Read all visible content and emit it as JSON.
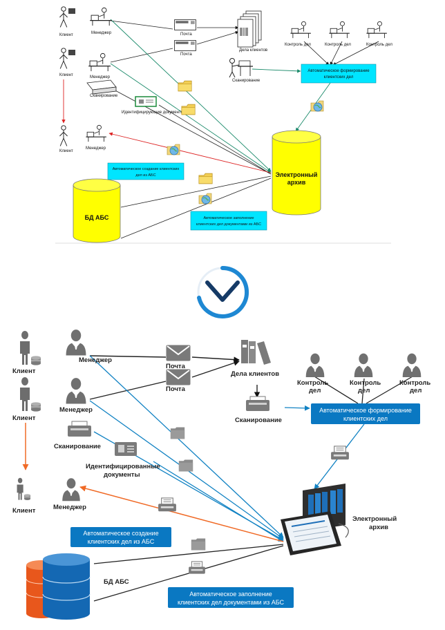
{
  "old_diagram": {
    "labels": {
      "client": "Клиент",
      "manager": "Менеджер",
      "mail": "Почта",
      "client_cases": "Дела клиентов",
      "scanning": "Сканирование",
      "case_control": "Контроль дел",
      "identified_docs": "Идентифицирующие документы",
      "e_archive_line1": "Электронный",
      "e_archive_line2": "архив",
      "abs_db": "БД АБС",
      "auto_form_line1": "Автоматическое формирование",
      "auto_form_line2": "клиентских дел",
      "auto_create_line1": "Автоматическое создание клиентских",
      "auto_create_line2": "дел из АБС",
      "auto_fill_line1": "Автоматическое заполнение",
      "auto_fill_line2": "клиентских дел документами из АБС"
    },
    "colors": {
      "cyan_box": "#00e5ff",
      "yellow_db": "#ffff00",
      "green_line": "#1a8a6a",
      "red_line": "#dd2222"
    }
  },
  "divider": {
    "icon": "chevron-down-icon",
    "ring_color": "#1e88d3",
    "arrow_color": "#153a66"
  },
  "new_diagram": {
    "labels": {
      "client": "Клиент",
      "manager": "Менеджер",
      "mail": "Почта",
      "client_cases": "Дела клиентов",
      "scanning": "Сканирование",
      "identified_docs_line1": "Идентифицированные",
      "identified_docs_line2": "документы",
      "case_control_line1": "Контроль",
      "case_control_line2": "дел",
      "e_archive_line1": "Электронный",
      "e_archive_line2": "архив",
      "abs_db": "БД АБС",
      "auto_form_line1": "Автоматическое формирование",
      "auto_form_line2": "клиентских дел",
      "auto_create_line1": "Автоматическое создание",
      "auto_create_line2": "клиентских дел из АБС",
      "auto_fill_line1": "Автоматическое заполнение",
      "auto_fill_line2": "клиентских дел документами из АБС"
    },
    "colors": {
      "blue_box": "#0a78c2",
      "blue_line": "#1182c3",
      "orange_line": "#f06a26",
      "person_gray": "#6d6d6d",
      "db_orange": "#e8571c",
      "db_blue": "#1468b3"
    }
  }
}
